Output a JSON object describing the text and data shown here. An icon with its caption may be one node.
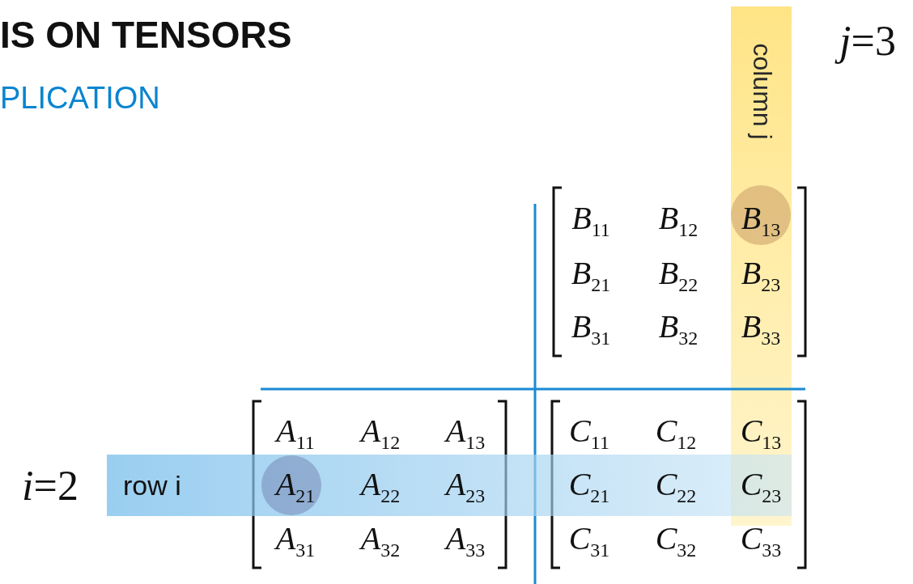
{
  "diagram": {
    "title": "IS ON TENSORS",
    "nodes": [
      {
        "text": [
          "column j"
        ]
      },
      {
        "text": [
          "row i"
        ]
      }
    ],
    "edges": [],
    "labels": [
      "PLICATION",
      "*j*=3",
      "B$_{11}$",
      "B$_{12}$",
      "B$_{13}$",
      "B$_{21}$",
      "B$_{22}$",
      "B$_{23}$",
      "B$_{31}$",
      "B$_{32}$",
      "B$_{33}$",
      "*i*=2",
      "A$_{11}$",
      "A$_{12}$",
      "A$_{13}$",
      "C$_{11}$",
      "C$_{12}$",
      "C$_{13}$",
      "A$_{21}$",
      "A$_{22}$",
      "A$_{23}$",
      "C$_{21}$",
      "C$_{22}$",
      "C$_{23}$",
      "A$_{31}$",
      "A$_{32}$",
      "A$_{33}$",
      "C$_{31}$",
      "C$_{32}$",
      "C$_{33}$"
    ]
  }
}
